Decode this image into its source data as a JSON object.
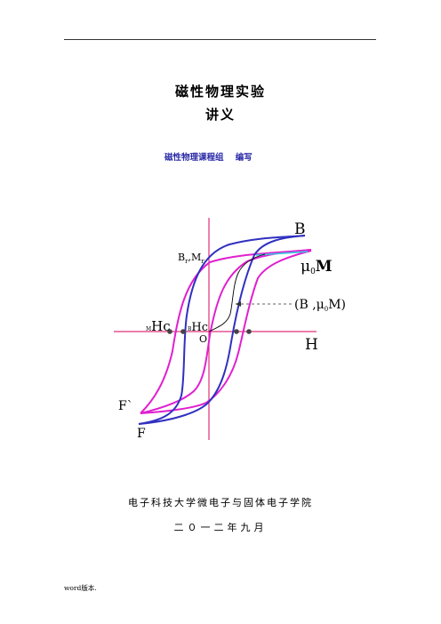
{
  "title_line1": "磁性物理实验",
  "title_line2": "讲义",
  "authors": "磁性物理课程组    编写",
  "diagram": {
    "label_B": "B",
    "label_H": "H",
    "label_Br": "B",
    "label_Br_sub": "r",
    "label_Mr": "M",
    "label_Mr_sub": "r",
    "label_mu0M": "μ",
    "label_mu0M_sub": "0",
    "label_mu0M_M": "M",
    "label_point": "(B ,μ",
    "label_point_sub": "0",
    "label_point_end": "M)",
    "label_MHc_pre": "M",
    "label_MHc": "Hc",
    "label_BHc_pre": "B",
    "label_BHc": "Hc",
    "label_O": "O",
    "label_F": "F",
    "label_Fprime": "F`"
  },
  "institution": "电子科技大学微电子与固体电子学院",
  "date": "二０一二年九月",
  "footer_note": "word版本.",
  "colors": {
    "outer_loop": "#e020d0",
    "inner_loop": "#3030c0",
    "axes": "#e0307a",
    "cyan": "#40c0e0"
  }
}
